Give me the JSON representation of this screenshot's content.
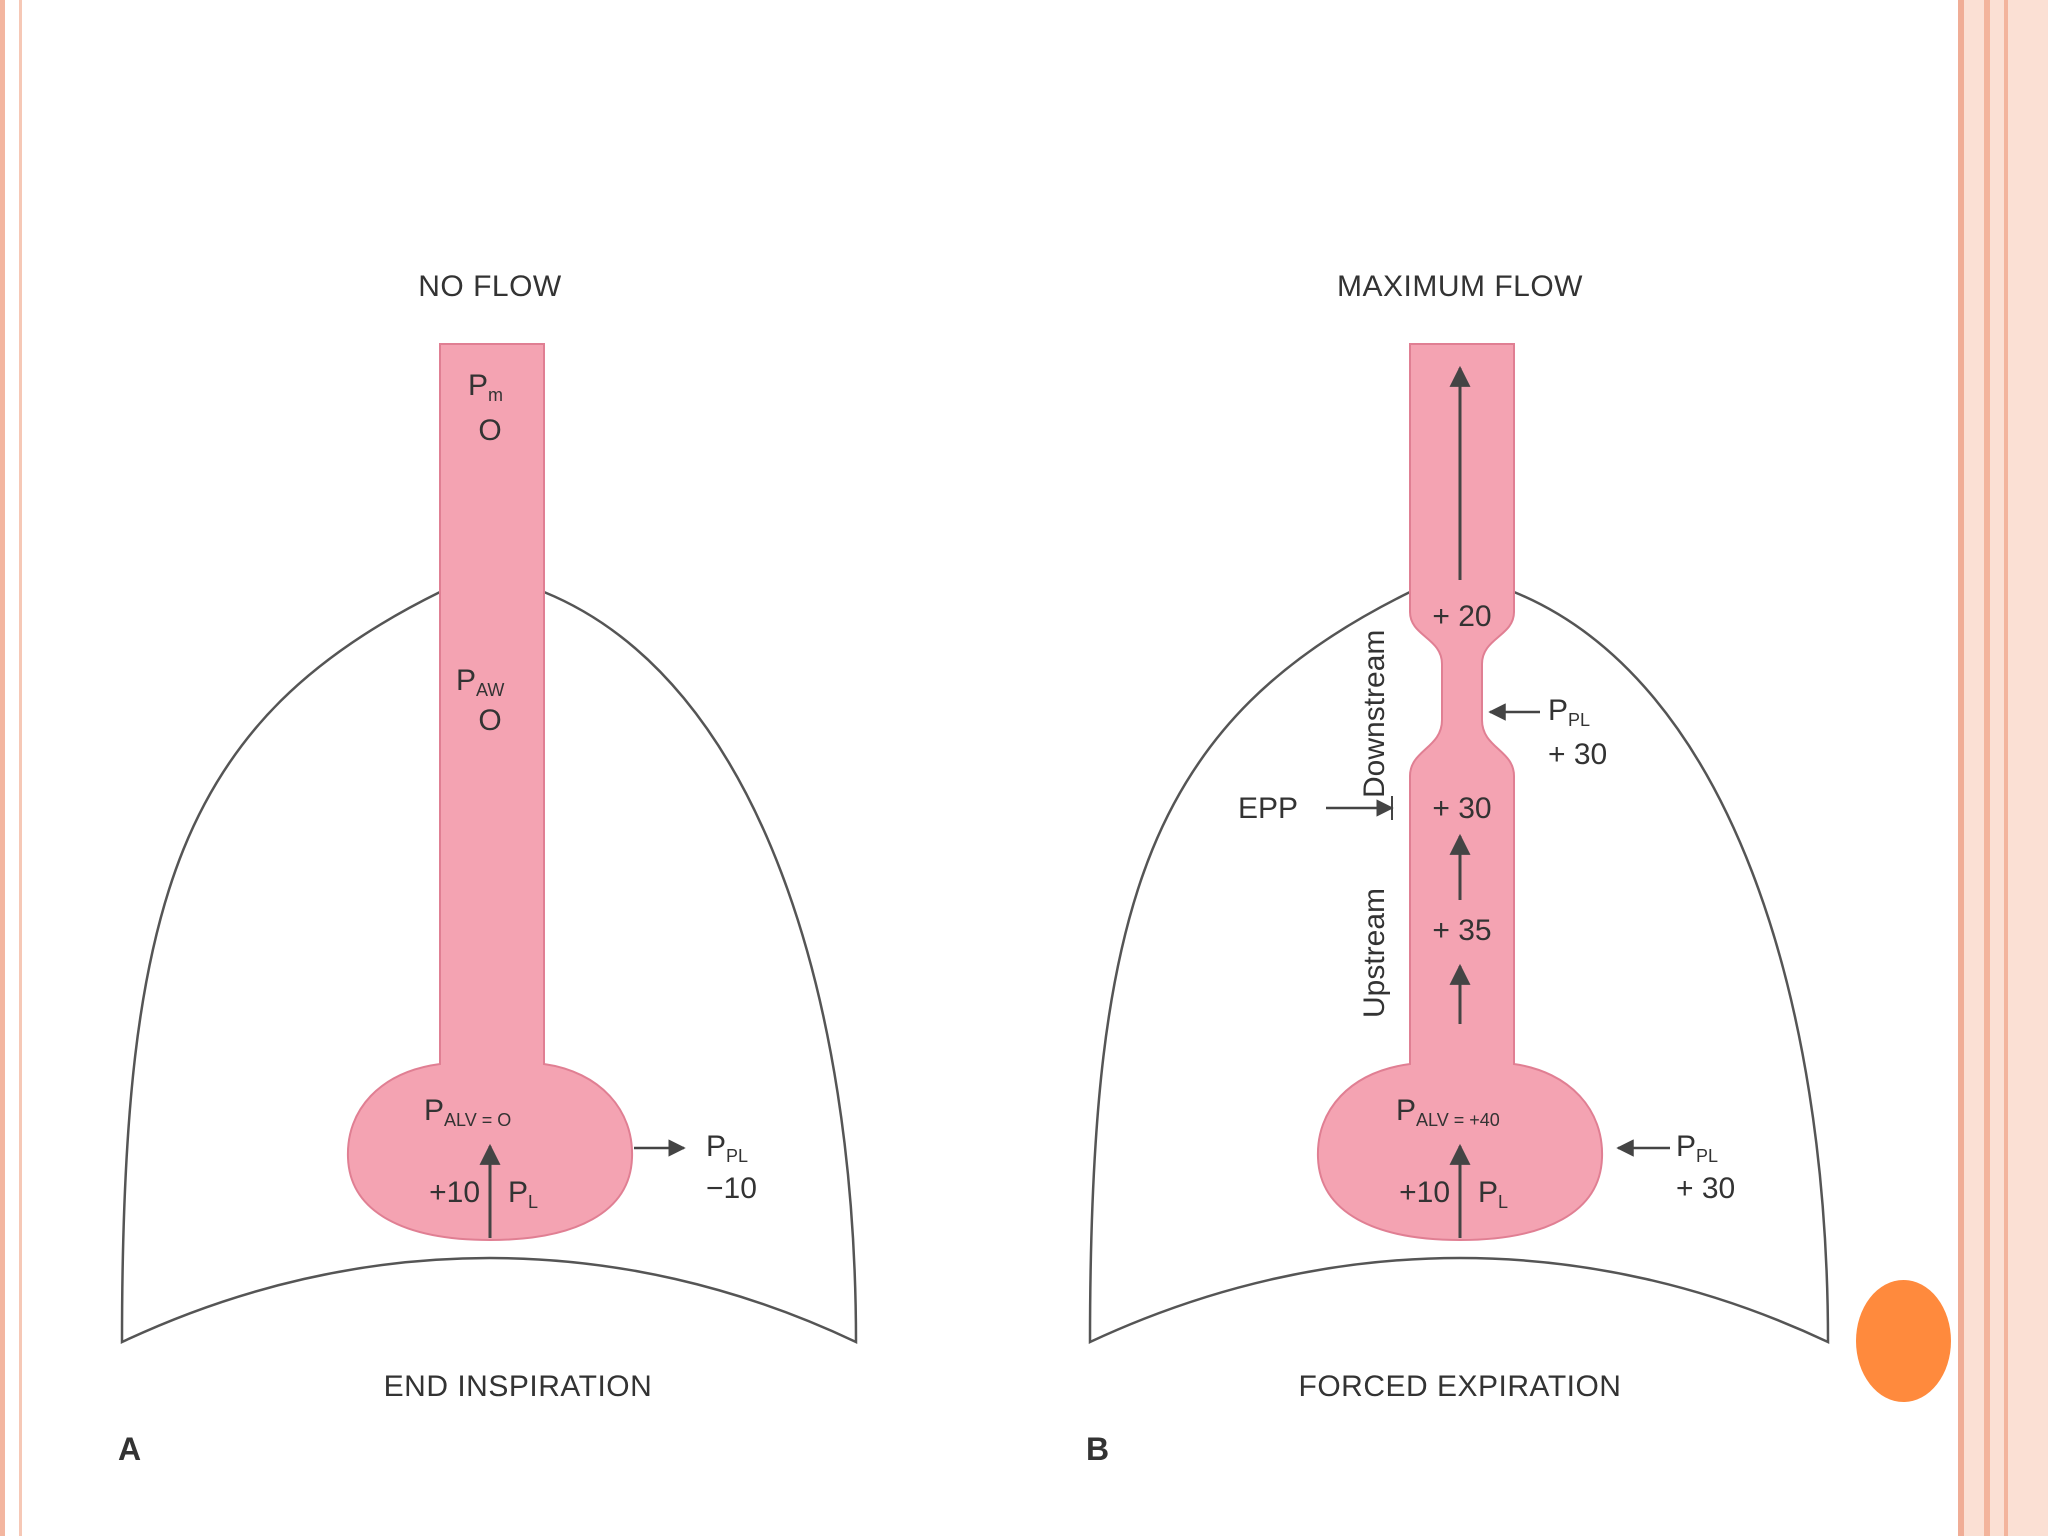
{
  "panel_a": {
    "top_label": "NO FLOW",
    "bottom_label": "END INSPIRATION",
    "letter": "A",
    "p_mouth_main": "P",
    "p_mouth_sub": "m",
    "p_mouth_value": "O",
    "p_airway_main": "P",
    "p_airway_sub": "AW",
    "p_airway_value": "O",
    "p_alv_main": "P",
    "p_alv_sub": "ALV = O",
    "recoil_value": "+10",
    "p_l_main": "P",
    "p_l_sub": "L",
    "p_pl_main": "P",
    "p_pl_sub": "PL",
    "p_pl_value": "−10"
  },
  "panel_b": {
    "top_label": "MAXIMUM FLOW",
    "bottom_label": "FORCED EXPIRATION",
    "letter": "B",
    "value_upper": "+ 20",
    "value_epp": "+ 30",
    "value_mid": "+ 35",
    "downstream_label": "Downstream",
    "upstream_label": "Upstream",
    "epp_label": "EPP",
    "p_pl_upper_main": "P",
    "p_pl_upper_sub": "PL",
    "p_pl_upper_value": "+ 30",
    "p_alv_main": "P",
    "p_alv_sub": "ALV = +40",
    "recoil_value": "+10",
    "p_l_main": "P",
    "p_l_sub": "L",
    "p_pl_lower_main": "P",
    "p_pl_lower_sub": "PL",
    "p_pl_lower_value": "+ 30"
  },
  "colors": {
    "airway_fill": "#f4a3b2",
    "airway_stroke": "#e07f93",
    "line": "#555555",
    "accent_dot": "#ff8a3d"
  }
}
